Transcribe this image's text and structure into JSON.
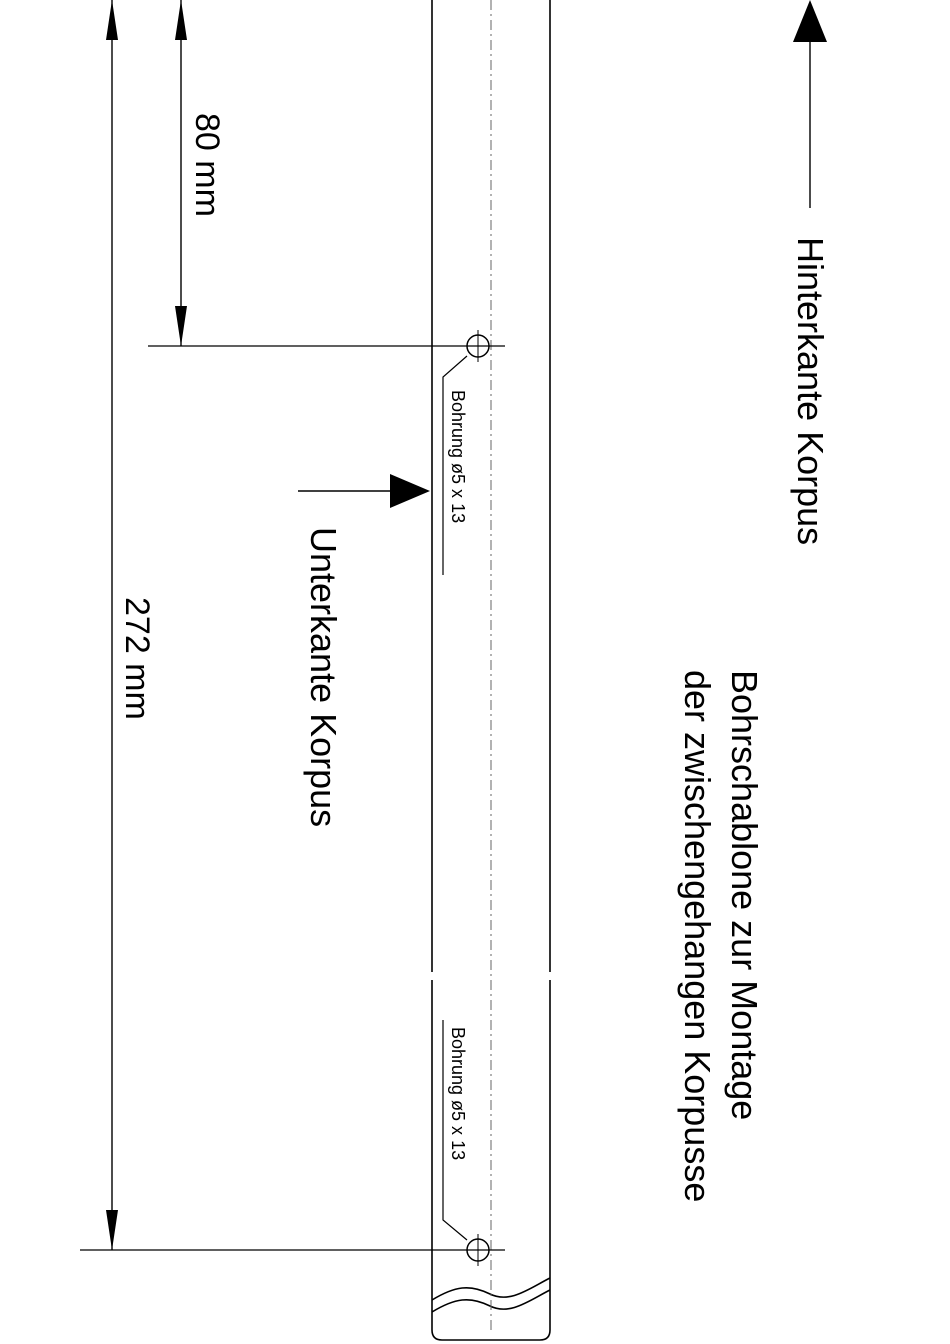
{
  "title": {
    "line1": "Bohrschablone zur Montage",
    "line2": "der zwischengehangen Korpusse"
  },
  "labels": {
    "hinterkante": "Hinterkante Korpus",
    "unterkante": "Unterkante Korpus"
  },
  "holes": [
    {
      "label": "Bohrung ø5 x 13"
    },
    {
      "label": "Bohrung ø5 x 13"
    }
  ],
  "dimensions": {
    "short": "80 mm",
    "long": "272 mm"
  }
}
